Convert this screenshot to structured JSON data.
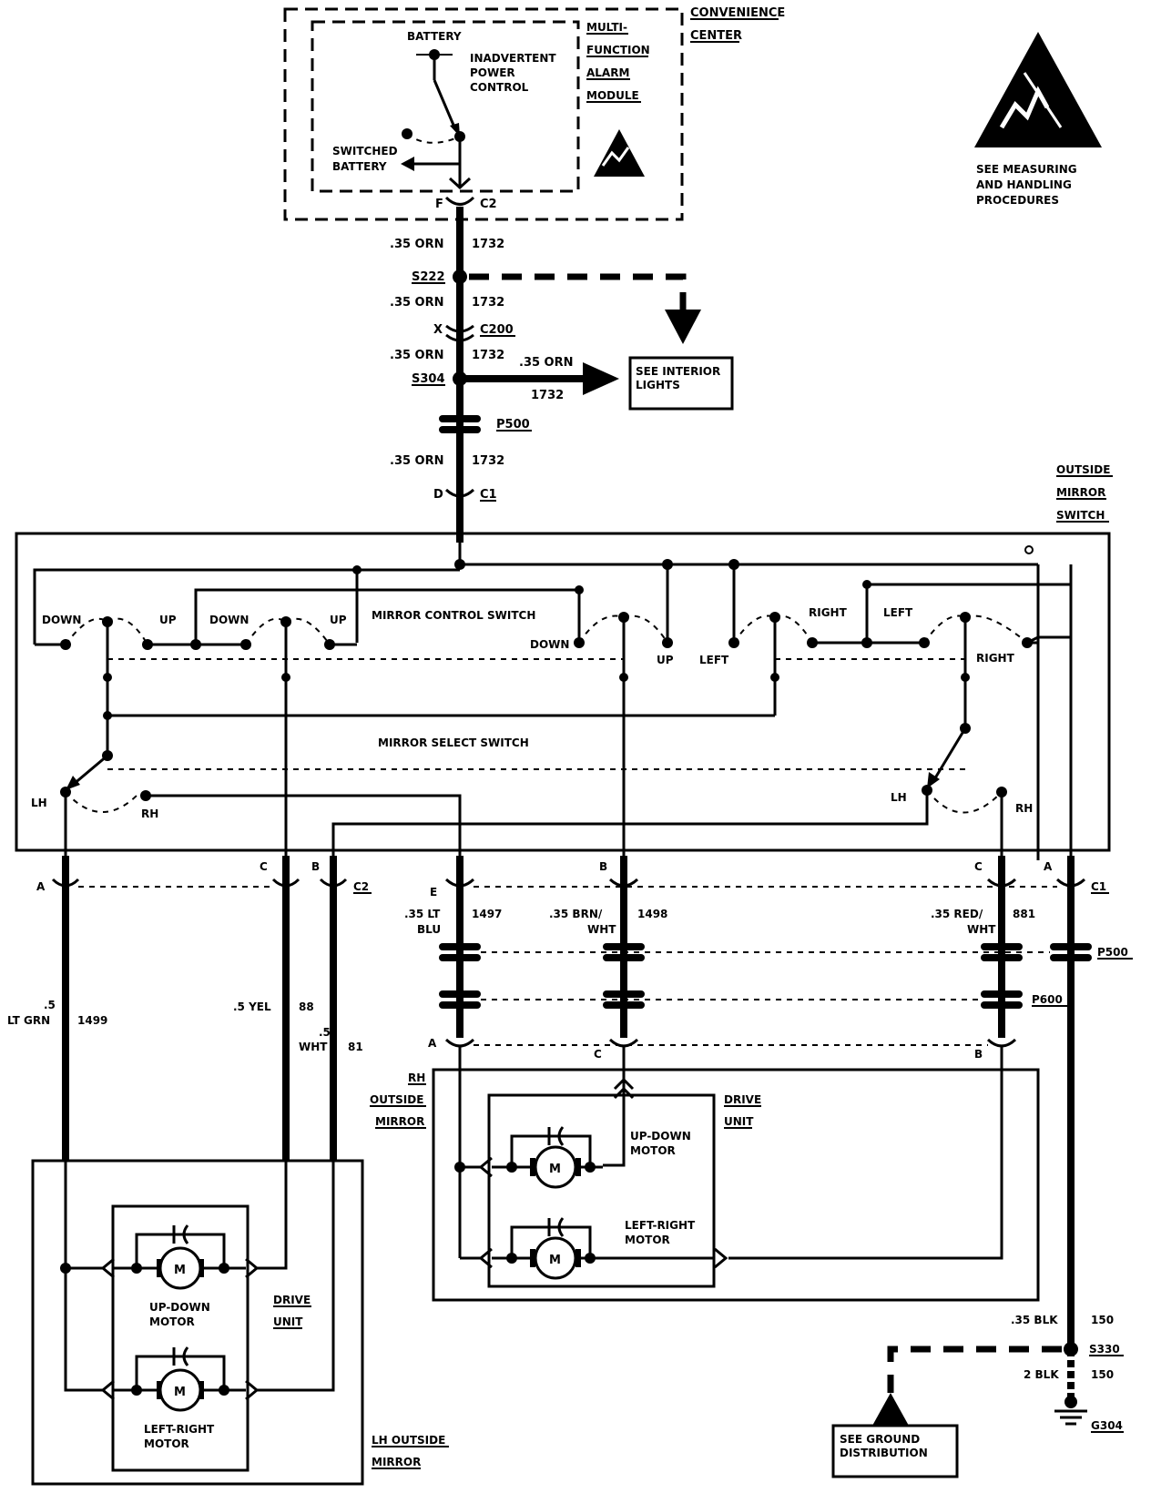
{
  "labels": {
    "convenience_center_1": "CONVENIENCE",
    "convenience_center_2": "CENTER",
    "battery": "BATTERY",
    "inadvertent_1": "INADVERTENT",
    "inadvertent_2": "POWER",
    "inadvertent_3": "CONTROL",
    "mfam_1": "MULTI-",
    "mfam_2": "FUNCTION",
    "mfam_3": "ALARM",
    "mfam_4": "MODULE",
    "switched_1": "SWITCHED",
    "switched_2": "BATTERY",
    "esd_1": "SEE MEASURING",
    "esd_2": "AND HANDLING",
    "esd_3": "PROCEDURES",
    "c2_top_pin": "F",
    "c2_top": "C2",
    "w1_size": ".35 ORN",
    "w1_num": "1732",
    "s222": "S222",
    "w2_size": ".35 ORN",
    "w2_num": "1732",
    "c200_pin": "X",
    "c200": "C200",
    "w3_size": ".35 ORN",
    "w3_num": "1732",
    "s304": "S304",
    "branch_size": ".35 ORN",
    "branch_num": "1732",
    "see_interior_1": "SEE INTERIOR",
    "see_interior_2": "LIGHTS",
    "p500_top": "P500",
    "w4_size": ".35 ORN",
    "w4_num": "1732",
    "c1_top_pin": "D",
    "c1_top": "C1",
    "oms_1": "OUTSIDE",
    "oms_2": "MIRROR",
    "oms_3": "SWITCH",
    "sw_down1": "DOWN",
    "sw_up1": "UP",
    "sw_down2": "DOWN",
    "sw_up2": "UP",
    "mirror_control": "MIRROR CONTROL SWITCH",
    "sw_down3": "DOWN",
    "sw_up3": "UP",
    "sw_left1": "LEFT",
    "sw_right1": "RIGHT",
    "sw_left2": "LEFT",
    "sw_right2": "RIGHT",
    "mirror_select": "MIRROR SELECT SWITCH",
    "lh1": "LH",
    "rh1": "RH",
    "lh2": "LH",
    "rh2": "RH",
    "pin_a_l": "A",
    "pin_c_l": "C",
    "pin_b_l": "B",
    "c2_bottom": "C2",
    "pin_e": "E",
    "w_e_size_1": ".35 LT",
    "w_e_size_2": "BLU",
    "w_e_num": "1497",
    "pin_b_m": "B",
    "w_b_size_1": ".35 BRN/",
    "w_b_size_2": "WHT",
    "w_b_num": "1498",
    "pin_c_r": "C",
    "w_c_size_1": ".35 RED/",
    "w_c_size_2": "WHT",
    "w_c_num": "881",
    "pin_a_r": "A",
    "c1_bottom": "C1",
    "p500_bottom": "P500",
    "p600": "P600",
    "lgrn_size_1": ".5",
    "lgrn_size_2": "LT GRN",
    "lgrn_num": "1499",
    "yel_size": ".5 YEL",
    "yel_num": "88",
    "wht_size_1": ".5",
    "wht_size_2": "WHT",
    "wht_num": "81",
    "pin_a_rh": "A",
    "pin_c_rh": "C",
    "pin_b_rh": "B",
    "rh_mirror_1": "RH",
    "rh_mirror_2": "OUTSIDE",
    "rh_mirror_3": "MIRROR",
    "drive_unit_r_1": "DRIVE",
    "drive_unit_r_2": "UNIT",
    "updown_r_1": "UP-DOWN",
    "updown_r_2": "MOTOR",
    "leftright_r_1": "LEFT-RIGHT",
    "leftright_r_2": "MOTOR",
    "motor_m": "M",
    "updown_l_1": "UP-DOWN",
    "updown_l_2": "MOTOR",
    "leftright_l_1": "LEFT-RIGHT",
    "leftright_l_2": "MOTOR",
    "drive_unit_l_1": "DRIVE",
    "drive_unit_l_2": "UNIT",
    "lh_mirror_1": "LH OUTSIDE",
    "lh_mirror_2": "MIRROR",
    "blk1_size": ".35 BLK",
    "blk1_num": "150",
    "s330": "S330",
    "blk2_size": "2 BLK",
    "blk2_num": "150",
    "g304": "G304",
    "see_ground_1": "SEE GROUND",
    "see_ground_2": "DISTRIBUTION"
  }
}
